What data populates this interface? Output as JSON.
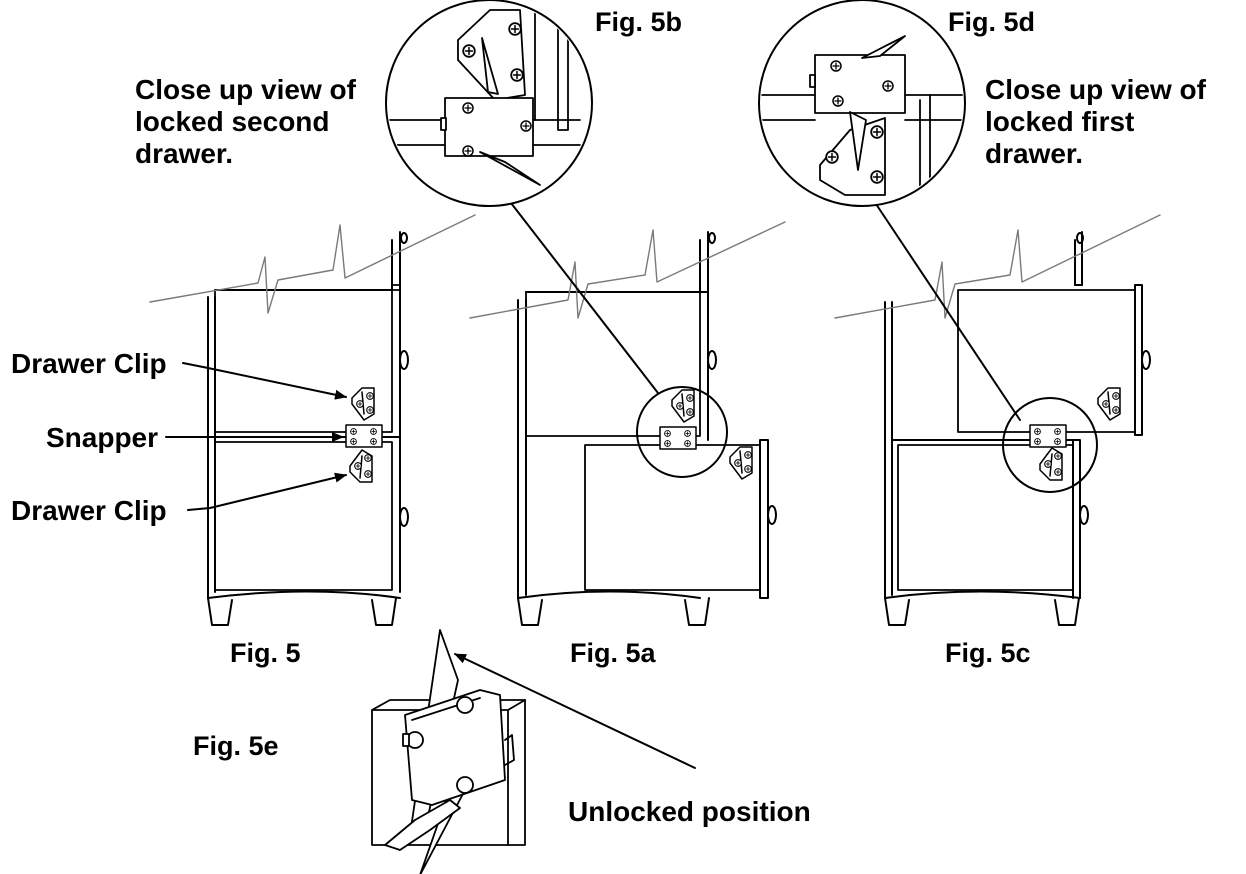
{
  "labels": {
    "fig5": "Fig. 5",
    "fig5a": "Fig. 5a",
    "fig5b": "Fig. 5b",
    "fig5c": "Fig. 5c",
    "fig5d": "Fig. 5d",
    "fig5e": "Fig. 5e",
    "close_up_second": [
      "Close up view of",
      "locked second",
      "drawer."
    ],
    "close_up_first": [
      "Close up view of",
      "locked first",
      "drawer."
    ],
    "drawer_clip_top": "Drawer Clip",
    "snapper": "Snapper",
    "drawer_clip_bottom": "Drawer Clip",
    "unlocked_position": "Unlocked position"
  },
  "colors": {
    "ink": "#000000",
    "paper": "#ffffff",
    "cut_line": "#7a7a7a"
  }
}
